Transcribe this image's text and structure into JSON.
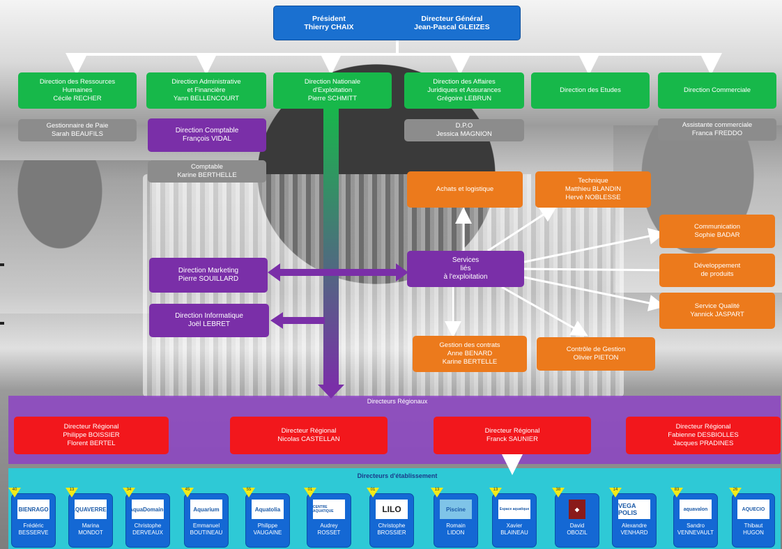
{
  "top": {
    "president_title": "Président",
    "president_name": "Thierry CHAIX",
    "dg_title": "Directeur Général",
    "dg_name": "Jean-Pascal GLEIZES"
  },
  "directions": [
    {
      "lines": [
        "Direction des Ressources",
        "Humaines",
        "Cécile RECHER"
      ]
    },
    {
      "lines": [
        "Direction Administrative",
        "et Financière",
        "Yann BELLENCOURT"
      ]
    },
    {
      "lines": [
        "Direction Nationale",
        "d'Exploitation",
        "Pierre SCHMITT"
      ]
    },
    {
      "lines": [
        "Direction des Affaires",
        "Juridiques et Assurances",
        "Grégoire LEBRUN"
      ]
    },
    {
      "lines": [
        "Direction des Etudes"
      ]
    },
    {
      "lines": [
        "Direction Commerciale"
      ]
    }
  ],
  "grey_boxes": {
    "paie": [
      "Gestionnaire de Paie",
      "Sarah BEAUFILS"
    ],
    "comptable": [
      "Comptable",
      "Karine BERTHELLE"
    ],
    "dpo": [
      "D.P.O",
      "Jessica MAGNION"
    ],
    "assistante": [
      "Assistante commerciale",
      "Franca FREDDO"
    ]
  },
  "purple_boxes": {
    "comptable_dir": [
      "Direction Comptable",
      "François VIDAL"
    ],
    "marketing": [
      "Direction Marketing",
      "Pierre SOUILLARD"
    ],
    "informatique": [
      "Direction Informatique",
      "Joël LEBRET"
    ],
    "services": [
      "Services",
      "liés",
      "à l'exploitation"
    ]
  },
  "orange_boxes": {
    "achats": [
      "Achats et logistique"
    ],
    "technique": [
      "Technique",
      "Matthieu BLANDIN",
      "Hervé NOBLESSE"
    ],
    "communication": [
      "Communication",
      "Sophie BADAR"
    ],
    "developpement": [
      "Développement",
      "de produits"
    ],
    "qualite": [
      "Service Qualité",
      "Yannick JASPART"
    ],
    "controle": [
      "Contrôle de Gestion",
      "Olivier PIETON"
    ],
    "contrats": [
      "Gestion des contrats",
      "Anne BENARD",
      "Karine BERTELLE"
    ]
  },
  "regional": {
    "title": "Directeurs Régionaux",
    "boxes": [
      [
        "Directeur Régional",
        "Philippe BOISSIER",
        "Florent BERTEL"
      ],
      [
        "Directeur Régional",
        "Nicolas CASTELLAN"
      ],
      [
        "Directeur Régional",
        "Franck SAUNIER"
      ],
      [
        "Directeur Régional",
        "Fabienne DESBIOLLES",
        "Jacques PRADINES"
      ]
    ]
  },
  "etablissements": {
    "title": "Directeurs d'établissement",
    "items": [
      {
        "num": "40",
        "logo": "BIENRAGO",
        "name": [
          "Frédéric",
          "BESSERVE"
        ]
      },
      {
        "num": "13",
        "logo": "AQUAVERRES",
        "name": [
          "Marina",
          "MONDOT"
        ]
      },
      {
        "num": "34",
        "logo": "AquaDomaine",
        "name": [
          "Christophe",
          "DERVEAUX"
        ]
      },
      {
        "num": "45",
        "logo": "Aquarium",
        "name": [
          "Emmanuel",
          "BOUTINEAU"
        ]
      },
      {
        "num": "55",
        "logo": "Aquatolia",
        "name": [
          "Philippe",
          "VAUGAINE"
        ]
      },
      {
        "num": "01",
        "logo": "CENTRE AQUATIQUE",
        "name": [
          "Audrey",
          "ROSSET"
        ]
      },
      {
        "num": "01",
        "logo": "LILO",
        "name": [
          "Christophe",
          "BROSSIER"
        ]
      },
      {
        "num": "13",
        "logo": "Piscine",
        "name": [
          "Romain",
          "LIDON"
        ]
      },
      {
        "num": "13",
        "logo": "Espace aquatique",
        "name": [
          "Xavier",
          "BLAINEAU"
        ]
      },
      {
        "num": "38",
        "logo": "◆",
        "name": [
          "David",
          "OBOZIL"
        ]
      },
      {
        "num": "14",
        "logo": "VEGA POLIS",
        "name": [
          "Alexandre",
          "VENHARD"
        ]
      },
      {
        "num": "83",
        "logo": "aquavalon",
        "name": [
          "Sandro",
          "VENNEVAULT"
        ]
      },
      {
        "num": "26",
        "logo": "AQUECIO",
        "name": [
          "Thibaut",
          "HUGON"
        ]
      }
    ]
  }
}
